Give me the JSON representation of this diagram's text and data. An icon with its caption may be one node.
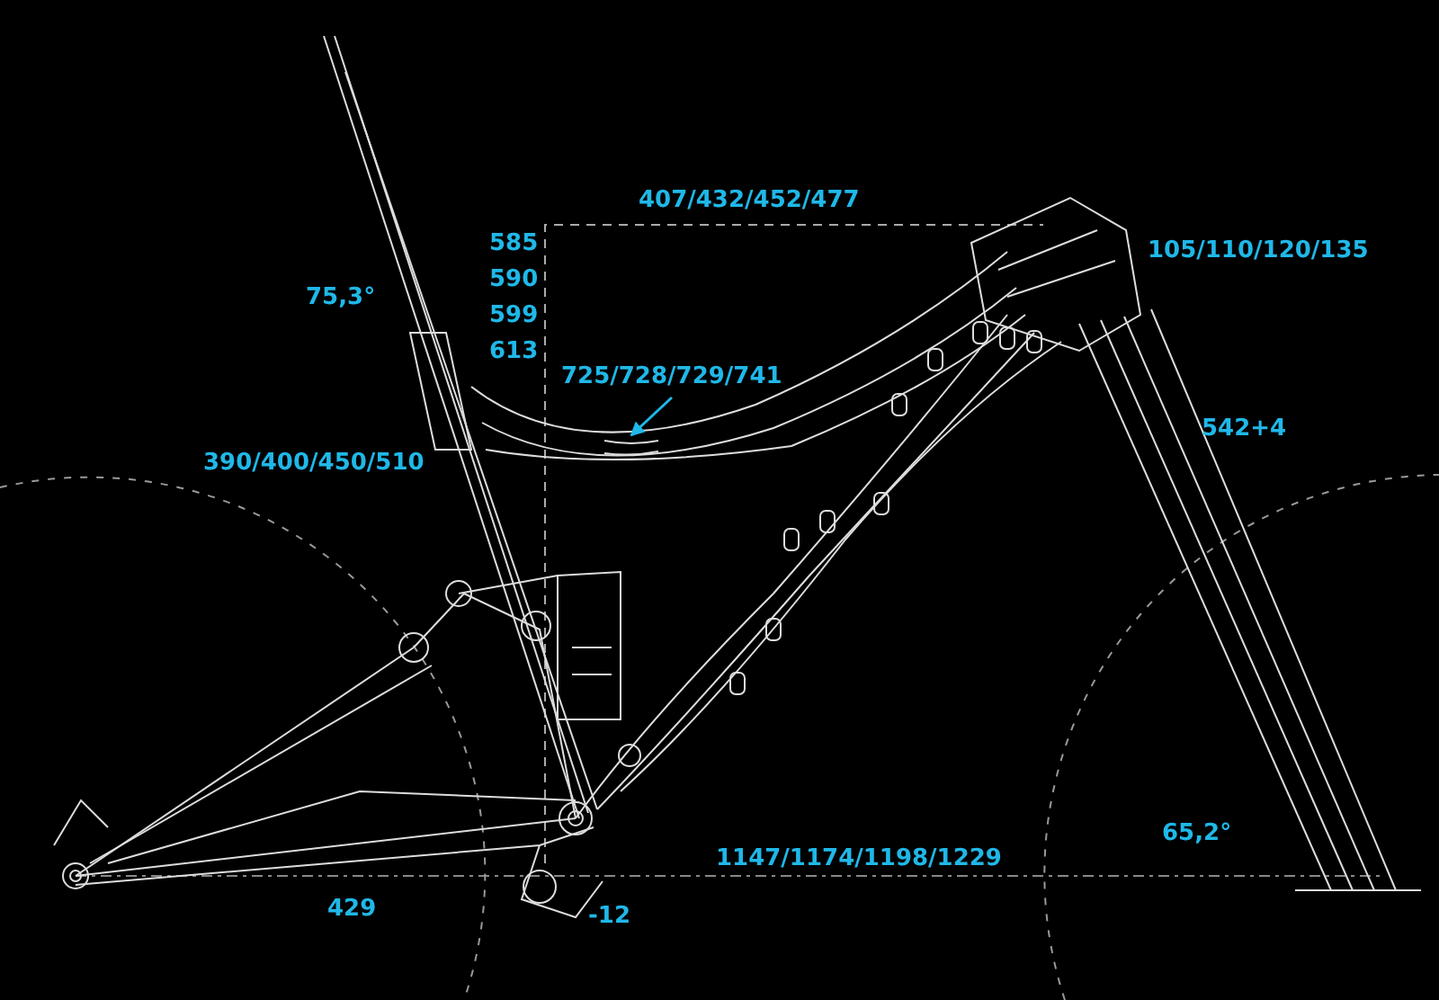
{
  "diagram": {
    "nodes": [
      {
        "text": [
          "725/728/729/741"
        ]
      },
      {
        "text": [],
        "shape": "tube"
      }
    ],
    "edges": [
      {
        "from": 0,
        "to": 1,
        "arrow": "to"
      }
    ],
    "labels": [
      "407/432/452/477",
      "585",
      "590",
      "599",
      "613",
      "75,3°",
      "105/110/120/135",
      "390/400/450/510",
      "542+4",
      "65,2°",
      "1147/1174/1198/1229",
      "429",
      "-12"
    ]
  }
}
